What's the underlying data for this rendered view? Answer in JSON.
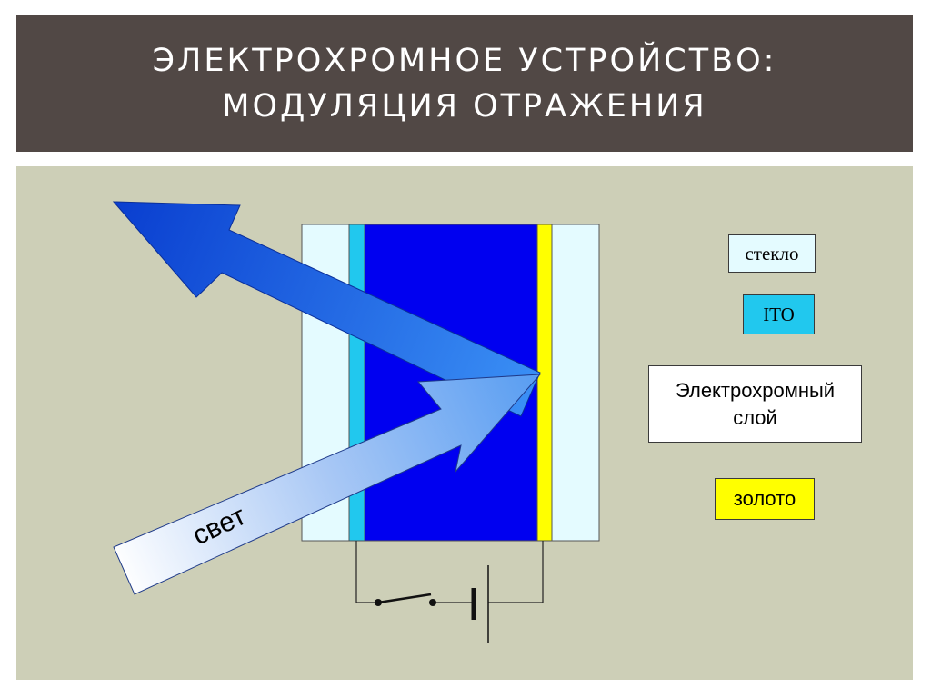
{
  "slide": {
    "title_line1": "ЭЛЕКТРОХРОМНОЕ УСТРОЙСТВО:",
    "title_line2": "МОДУЛЯЦИЯ ОТРАЖЕНИЯ"
  },
  "diagram": {
    "incoming_label": "свет"
  },
  "legend": {
    "glass": "стекло",
    "ito": "ITO",
    "electrochromic": "Электрохромный слой",
    "gold": "золото"
  },
  "colors": {
    "title_bg": "#514845",
    "content_bg": "#cdcfb7",
    "glass": "#e4fbff",
    "ito": "#21c8ee",
    "electrochromic": "#0000f0",
    "gold": "#ffff00"
  }
}
